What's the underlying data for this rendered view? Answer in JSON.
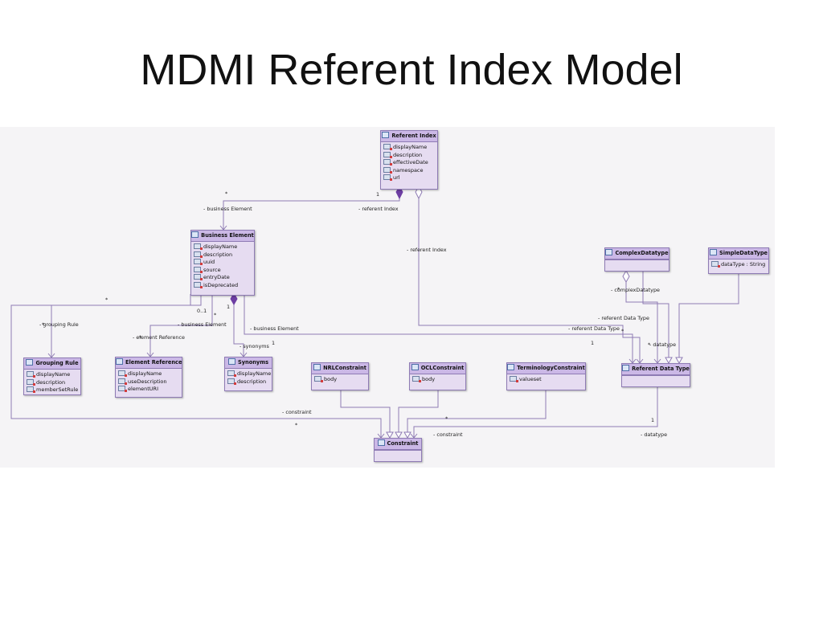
{
  "title": "MDMI Referent Index Model",
  "classes": {
    "referent_index": {
      "name": "Referent Index",
      "attrs": [
        "displayName",
        "description",
        "effectiveDate",
        "namespace",
        "url"
      ]
    },
    "business_element": {
      "name": "Business Element",
      "attrs": [
        "displayName",
        "description",
        "uuid",
        "source",
        "entryDate",
        "isDeprecated"
      ]
    },
    "complex_datatype": {
      "name": "ComplexDatatype",
      "attrs": []
    },
    "simple_datatype": {
      "name": "SimpleDataType",
      "attrs": [
        "dataType : String"
      ]
    },
    "grouping_rule": {
      "name": "Grouping Rule",
      "attrs": [
        "displayName",
        "description",
        "memberSetRule"
      ]
    },
    "element_reference": {
      "name": "Element Reference",
      "attrs": [
        "displayName",
        "useDescription",
        "elementURI"
      ]
    },
    "synonyms": {
      "name": "Synonyms",
      "attrs": [
        "displayName",
        "description"
      ]
    },
    "nrl_constraint": {
      "name": "NRLConstraint",
      "attrs": [
        "body"
      ]
    },
    "ocl_constraint": {
      "name": "OCLConstraint",
      "attrs": [
        "body"
      ]
    },
    "terminology_constraint": {
      "name": "TerminologyConstraint",
      "attrs": [
        "valueset"
      ]
    },
    "referent_data_type": {
      "name": "Referent Data Type",
      "attrs": []
    },
    "constraint": {
      "name": "Constraint",
      "attrs": []
    }
  },
  "labels": {
    "star_be_top": "*",
    "one_ri": "1",
    "business_element_role": "- business Element",
    "referent_index_role": "- referent Index",
    "referent_index_role_2": "- referent Index",
    "star_left": "*",
    "zero_one": "0..1",
    "one_be": "1",
    "grouping_rule_role": "- grouping Rule",
    "star_gr": "*",
    "business_element_role_2": "- business Element",
    "star_er": "*",
    "element_reference_role": "- element Reference",
    "star_syn": "*",
    "synonyms_role": "- synonyms",
    "business_element_role_3": "- business Element",
    "one_syn": "1",
    "complex_datatype_role": "- complexDatatype",
    "star_cd": "*",
    "referent_data_type_role": "- referent Data Type",
    "referent_data_type_role_2": "- referent Data Type",
    "star_rdt": "*",
    "one_rdt": "1",
    "datatype_role": "- datatype",
    "star_dt": "*",
    "constraint_role": "- constraint",
    "star_con": "*",
    "star_tc": "*",
    "constraint_role_2": "- constraint",
    "one_dt": "1",
    "datatype_role_2": "- datatype"
  },
  "colors": {
    "class_fill": "#e6dcf1",
    "class_header": "#cbb8e6",
    "class_border": "#8e7bb4",
    "connector": "#8e7bb4",
    "canvas": "#f5f4f6"
  }
}
